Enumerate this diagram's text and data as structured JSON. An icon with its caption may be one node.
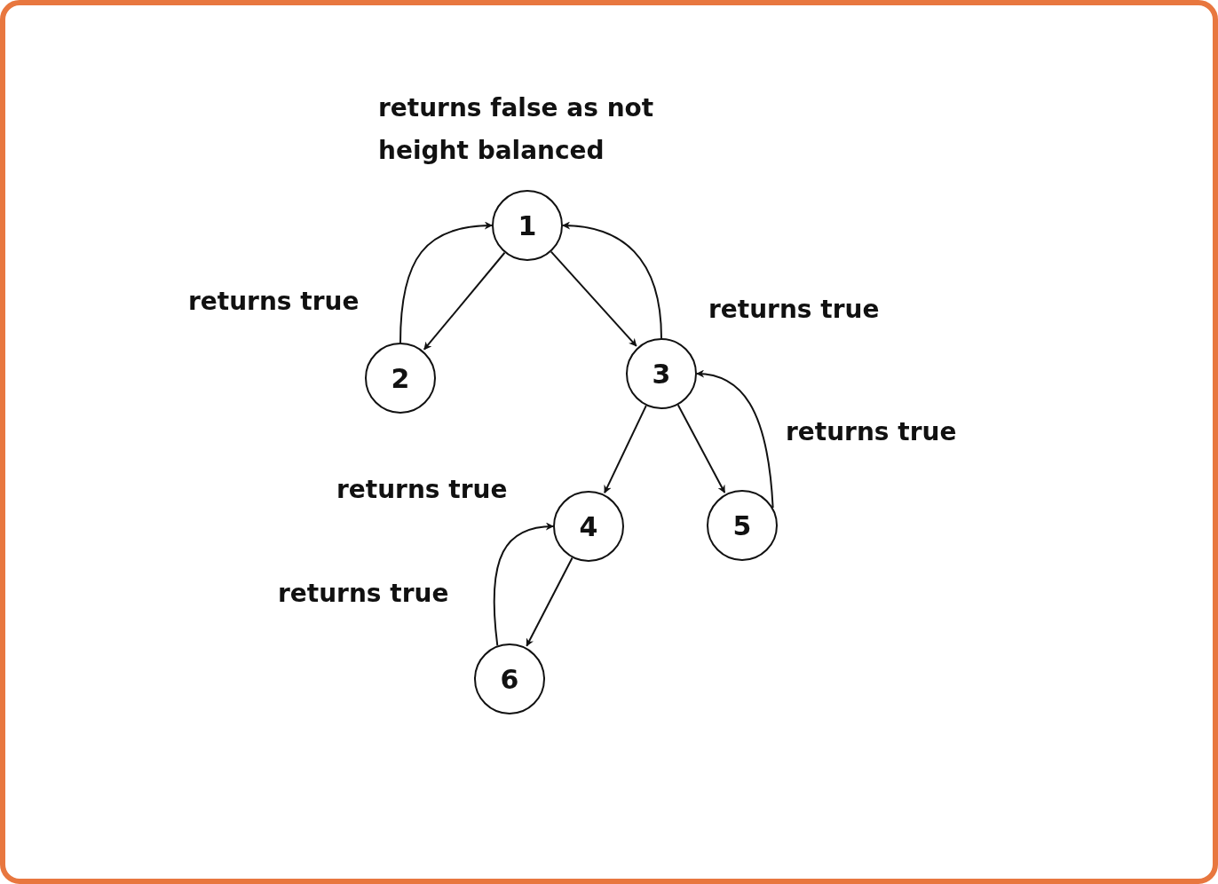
{
  "diagram": {
    "nodes": [
      {
        "text": [
          "1"
        ],
        "beside": [
          "returns false as not height balanced"
        ]
      },
      {
        "text": [
          "2"
        ]
      },
      {
        "text": [
          "3"
        ]
      },
      {
        "text": [
          "4"
        ]
      },
      {
        "text": [
          "5"
        ]
      },
      {
        "text": [
          "6"
        ]
      }
    ],
    "edges": [
      {
        "from": 0,
        "to": 1,
        "arrow": "to"
      },
      {
        "from": 0,
        "to": 2,
        "arrow": "to"
      },
      {
        "from": 2,
        "to": 3,
        "arrow": "to"
      },
      {
        "from": 2,
        "to": 4,
        "arrow": "to"
      },
      {
        "from": 3,
        "to": 5,
        "arrow": "to"
      },
      {
        "from": 1,
        "to": 0,
        "arrow": "to",
        "label": "returns true"
      },
      {
        "from": 2,
        "to": 0,
        "arrow": "to",
        "label": "returns true"
      },
      {
        "from": 4,
        "to": 2,
        "arrow": "to",
        "label": "returns true"
      },
      {
        "from": 5,
        "to": 3,
        "arrow": "to",
        "label": "returns true"
      }
    ],
    "labels": [
      "returns true"
    ]
  }
}
